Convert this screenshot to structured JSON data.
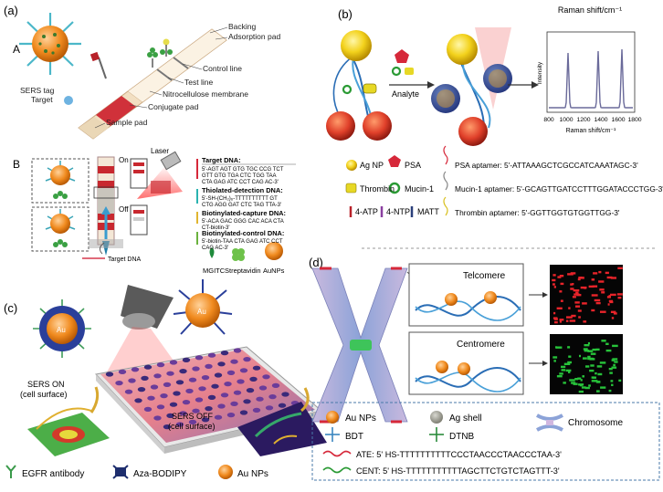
{
  "panels": {
    "a": {
      "letter": "(a)",
      "sub_a": "A",
      "sub_b": "B",
      "labels": {
        "backing": "Backing",
        "adsorption": "Adsorption pad",
        "control": "Control line",
        "test": "Test line",
        "membrane": "Nitrocellulose membrane",
        "conjugate": "Conjugate pad",
        "sample": "Sample pad",
        "sers_tag": "SERS tag",
        "target": "Target",
        "laser": "Laser",
        "on": "On",
        "off": "Off",
        "target_dna_label": "Target DNA",
        "mgitc": "MGITC",
        "streptavidin": "Streptavidin",
        "aunps": "AuNPs"
      },
      "dna": [
        {
          "title": "Target DNA:",
          "seq": [
            "5'-AGT AGT GTG TGC CCG TCT",
            "GTT GTG TGA CTC TGG TAA",
            "CTA GAG ATC CCT CAG AC-3'"
          ]
        },
        {
          "title": "Thiolated-detection DNA:",
          "seq": [
            "5'-SH-(CH₂)₆-TTTTTTTTTT GT",
            "CTG AGG GAT CTC TAG TTA-3'"
          ]
        },
        {
          "title": "Biotinylated-capture DNA:",
          "seq": [
            "5'-ACA GAC GGG CAC ACA CTA",
            "CT-biotin-3'"
          ]
        },
        {
          "title": "Biotinylated-control DNA:",
          "seq": [
            "5'-biotin-TAA CTA GAG ATC CCT",
            "CAG AC-3'"
          ]
        }
      ]
    },
    "b": {
      "letter": "(b)",
      "raman_title": "Raman shift/cm⁻¹",
      "analyte": "Analyte",
      "ylabel": "Intensity",
      "xlabel": "Raman shift/cm⁻¹",
      "ticks": [
        "800",
        "1000",
        "1200",
        "1400",
        "1600",
        "1800"
      ],
      "legend": {
        "ag_np": "Ag NP",
        "psa": "PSA",
        "thrombin": "Thrombin",
        "mucin": "Mucin-1",
        "atp": "4-ATP",
        "ntp": "4-NTP",
        "matt": "MATT"
      },
      "aptamers": [
        "PSA aptamer: 5'-ATTAAAGCTCGCCATCAAATAGC-3'",
        "Mucin-1 aptamer: 5'-GCAGTTGATCCTTTGGATACCCTGG-3'",
        "Thrombin aptamer: 5'-GGTTGGTGTGGTTGG-3'"
      ]
    },
    "c": {
      "letter": "(c)",
      "sers_on": [
        "SERS ON",
        "(cell surface)"
      ],
      "sers_off": [
        "SERS OFF",
        "(cell surface)"
      ],
      "au": "Au",
      "legend": {
        "egfr": "EGFR antibody",
        "aza": "Aza-BODIPY",
        "aunps": "Au NPs"
      }
    },
    "d": {
      "letter": "(d)",
      "telomere": "Telcomere",
      "centromere": "Centromere",
      "legend": {
        "aunps": "Au NPs",
        "ag_shell": "Ag shell",
        "chromosome": "Chromosome",
        "bdt": "BDT",
        "dtnb": "DTNB"
      },
      "ate": "ATE: 5' HS-TTTTTTTTTTCCCTAACCCTAACCCTAA-3'",
      "cent": "CENT: 5' HS-TTTTTTTTTTTAGCTTCTGTCTAGTTT-3'"
    }
  },
  "colors": {
    "red": "#d6283a",
    "gold": "#e8b31c",
    "orange": "#ef8a1d",
    "green": "#2fa84f",
    "blue": "#2a6db5"
  }
}
